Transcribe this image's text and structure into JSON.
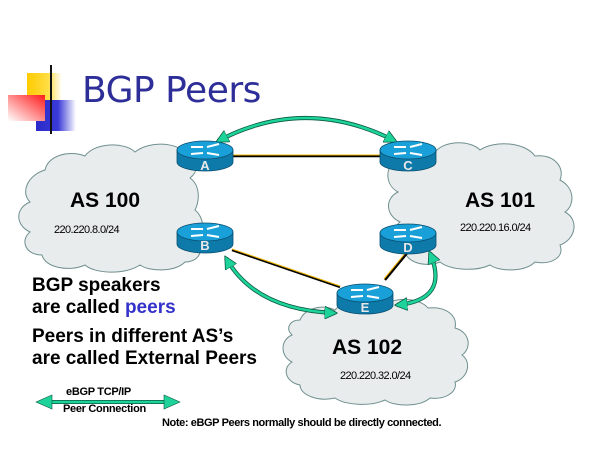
{
  "slide": {
    "title": "BGP Peers",
    "colors": {
      "title": "#2e2e99",
      "accent_text": "#3333cc",
      "cloud_fill": "#e8ecec",
      "cloud_stroke": "#6f8f8f",
      "router_top": "#1aa0d8",
      "router_side": "#0e7aaa",
      "physical_link": "#f0b400",
      "peer_arrow": "#1ed39a"
    }
  },
  "autonomous_systems": [
    {
      "id": "as100",
      "label": "AS 100",
      "subnet": "220.220.8.0/24",
      "routers": [
        "A",
        "B"
      ]
    },
    {
      "id": "as101",
      "label": "AS 101",
      "subnet": "220.220.16.0/24",
      "routers": [
        "C",
        "D"
      ]
    },
    {
      "id": "as102",
      "label": "AS 102",
      "subnet": "220.220.32.0/24",
      "routers": [
        "E"
      ]
    }
  ],
  "routers": {
    "A": "A",
    "B": "B",
    "C": "C",
    "D": "D",
    "E": "E"
  },
  "links": [
    {
      "from": "A",
      "to": "C",
      "type": "physical"
    },
    {
      "from": "B",
      "to": "E",
      "type": "physical"
    },
    {
      "from": "D",
      "to": "E",
      "type": "physical"
    }
  ],
  "peer_connections": [
    {
      "from": "A",
      "to": "C",
      "type": "eBGP"
    },
    {
      "from": "B",
      "to": "E",
      "type": "eBGP"
    },
    {
      "from": "D",
      "to": "E",
      "type": "eBGP"
    }
  ],
  "text": {
    "line1": "BGP speakers",
    "line2_prefix": "are called ",
    "line2_accent": "peers",
    "line3": "Peers in different AS’s",
    "line4": "are called External Peers"
  },
  "legend": {
    "top": "eBGP TCP/IP",
    "bottom": "Peer Connection"
  },
  "note": "Note: eBGP Peers normally should be directly connected."
}
